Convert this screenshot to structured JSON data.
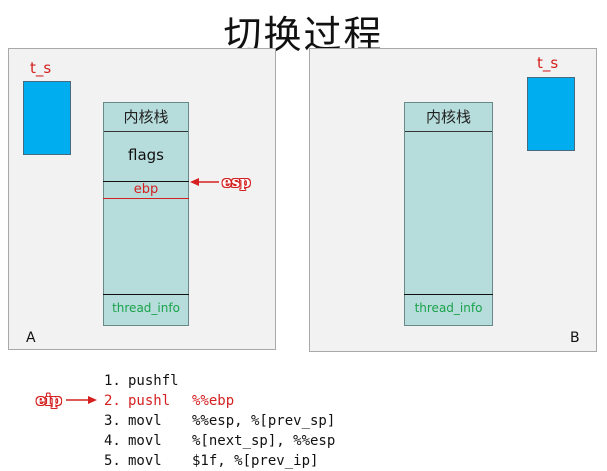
{
  "title": "切换过程",
  "panel_a": {
    "tag": "A",
    "ts_label": "t_s",
    "stack_header": "内核栈",
    "flags": "flags",
    "ebp": "ebp",
    "thread_info": "thread_info",
    "esp_label": "esp"
  },
  "panel_b": {
    "tag": "B",
    "ts_label": "t_s",
    "stack_header": "内核栈",
    "thread_info": "thread_info"
  },
  "eip_label": "eip",
  "code": [
    {
      "num": "1.",
      "op": "pushfl",
      "args": ""
    },
    {
      "num": "2.",
      "op": "pushl",
      "args": "%%ebp"
    },
    {
      "num": "3.",
      "op": "movl",
      "args": "%%esp, %[prev_sp]"
    },
    {
      "num": "4.",
      "op": "movl",
      "args": "%[next_sp], %%esp"
    },
    {
      "num": "5.",
      "op": "movl",
      "args": "$1f, %[prev_ip]"
    }
  ],
  "colors": {
    "red": "#d42020",
    "task_struct": "#00aeef",
    "stack": "#b7dcdc",
    "thread_info_text": "#1aa34a"
  }
}
